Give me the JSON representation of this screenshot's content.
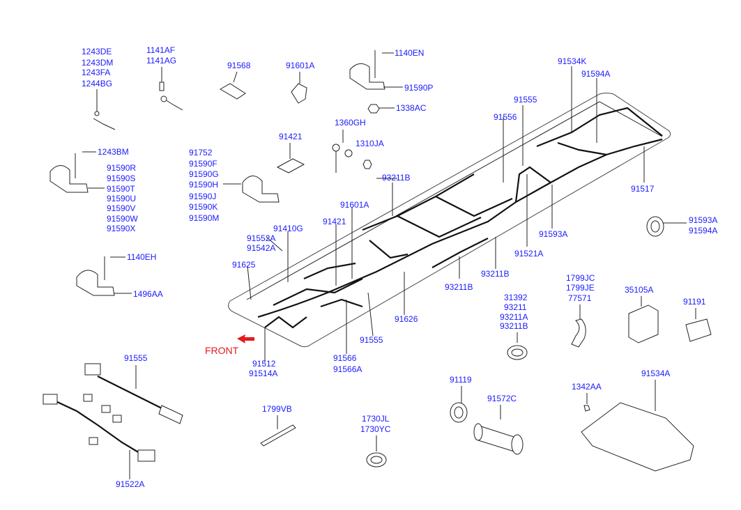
{
  "diagram": {
    "front_label": "FRONT",
    "colors": {
      "label": "#1a1aff",
      "front": "#e41b1b",
      "line": "#222222"
    },
    "labels": {
      "p1243de": "1243DE",
      "p1243dm": "1243DM",
      "p1243fa": "1243FA",
      "p1244bg": "1244BG",
      "p1141af": "1141AF",
      "p1141ag": "1141AG",
      "p91568": "91568",
      "p91601a_top": "91601A",
      "p1140en": "1140EN",
      "p91590p": "91590P",
      "p1338ac": "1338AC",
      "p91534k": "91534K",
      "p91594a_top": "91594A",
      "p1360gh": "1360GH",
      "p1310ja": "1310JA",
      "p91555_mid": "91555",
      "p91556": "91556",
      "p1243bm": "1243BM",
      "p91590r": "91590R",
      "p91590s": "91590S",
      "p91590t": "91590T",
      "p91590u": "91590U",
      "p91590v": "91590V",
      "p91590w": "91590W",
      "p91590x": "91590X",
      "p91421_top": "91421",
      "p91752": "91752",
      "p91590f": "91590F",
      "p91590g": "91590G",
      "p91590h": "91590H",
      "p91590j": "91590J",
      "p91590k": "91590K",
      "p91590m": "91590M",
      "p93211b_top": "93211B",
      "p91517": "91517",
      "p91601a_mid": "91601A",
      "p91410g": "91410G",
      "p91552a": "91552A",
      "p91542a": "91542A",
      "p91421_mid": "91421",
      "p91625": "91625",
      "p1140eh": "1140EH",
      "p1496aa": "1496AA",
      "p91593a_mid": "91593A",
      "p91521a": "91521A",
      "p91593a_r": "91593A",
      "p91594a_r": "91594A",
      "p93211b_r1": "93211B",
      "p93211b_r2": "93211B",
      "p1799jc": "1799JC",
      "p1799je": "1799JE",
      "p77571": "77571",
      "p35105a": "35105A",
      "p91191": "91191",
      "p31392": "31392",
      "p93211": "93211",
      "p93211a": "93211A",
      "p93211b_c": "93211B",
      "p91626": "91626",
      "p91555_c": "91555",
      "p91512": "91512",
      "p91514a": "91514A",
      "p91566": "91566",
      "p91566a": "91566A",
      "p91555_bl": "91555",
      "p91522a": "91522A",
      "p1799vb": "1799VB",
      "p1730jl": "1730JL",
      "p1730yc": "1730YC",
      "p91119": "91119",
      "p91572c": "91572C",
      "p1342aa": "1342AA",
      "p91534a": "91534A"
    }
  }
}
